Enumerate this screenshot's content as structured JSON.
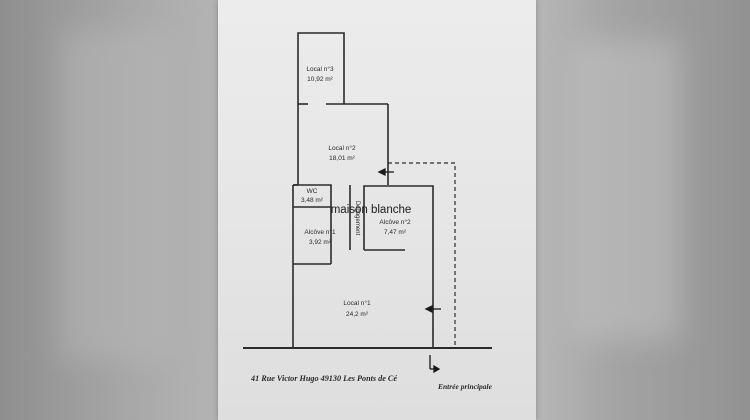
{
  "rooms": {
    "local3": {
      "name": "Local n°3",
      "area": "10,92  m²"
    },
    "local2": {
      "name": "Local n°2",
      "area": "18,01  m²"
    },
    "wc": {
      "name": "WC",
      "area": "3,48  m²"
    },
    "alcove1": {
      "name": "Alcôve n°1",
      "area": "3,92  m²"
    },
    "alcove2": {
      "name": "Alcôve n°2",
      "area": "7,47  m²"
    },
    "local1": {
      "name": "Local n°1",
      "area": "24,2  m²"
    },
    "degagement": "Dégagement"
  },
  "address": "41 Rue Victor Hugo 49130 Les Ponts de Cé",
  "entrance": "Entrée principale",
  "watermark": "maison blanche",
  "colors": {
    "wall": "#2b2b2b",
    "paper": "#e8e8e8",
    "watermark": "#ffffff"
  }
}
